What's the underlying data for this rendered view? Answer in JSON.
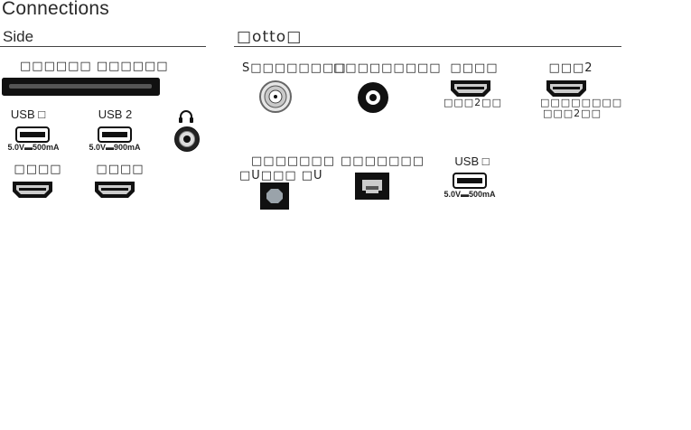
{
  "page": {
    "title": "Connections"
  },
  "side": {
    "heading": "Side",
    "card_slot_label": "□□□□□□ □□□□□□",
    "usb1": {
      "label": "USB □",
      "spec": "5.0V▬500mA"
    },
    "usb2": {
      "label": "USB 2",
      "spec": "5.0V▬900mA"
    },
    "hdmi1_label": "□□□□",
    "hdmi2_label": "□□□□"
  },
  "bottom": {
    "heading": "□otto□",
    "sat_label": "S□□□□□□□□",
    "ant_label": "□□□□□□□□□",
    "hdmi3": {
      "label": "□□□□",
      "sub": "□□□2□□"
    },
    "hdmi4": {
      "label": "□□□2",
      "sub1": "□□□□□□□□",
      "sub2": "□□□2□□"
    },
    "optical": {
      "label1": "□□□□□□□",
      "label2": "□U□□□ □U"
    },
    "network_label": "□□□□□□□",
    "usb3": {
      "label": "USB □",
      "spec": "5.0V▬500mA"
    }
  }
}
